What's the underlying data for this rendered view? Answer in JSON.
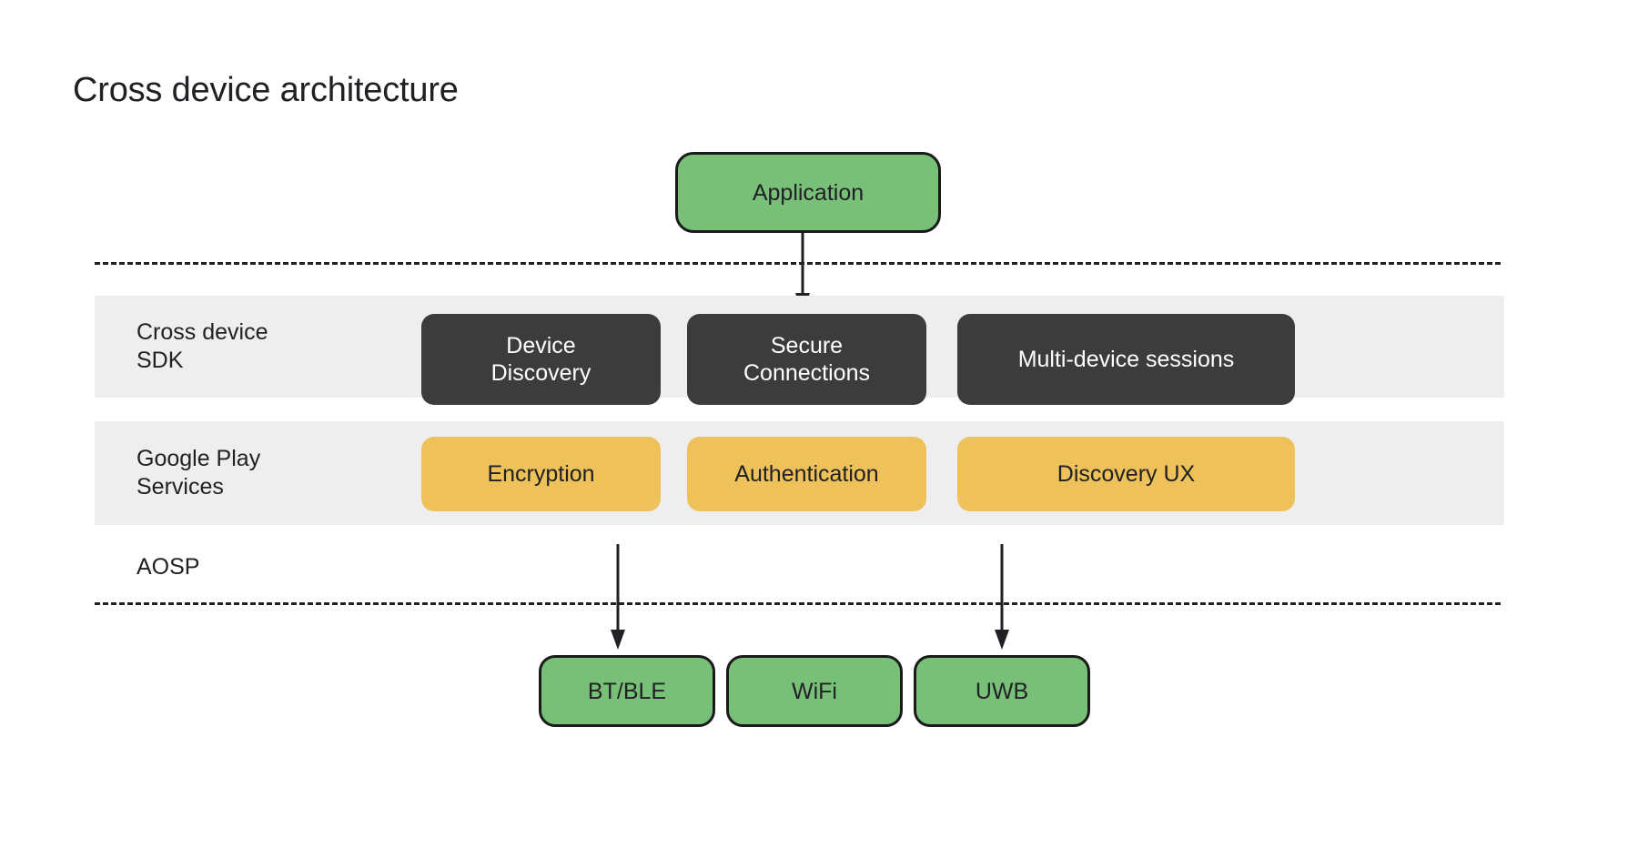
{
  "page": {
    "title": "Cross device architecture"
  },
  "colors": {
    "background": "#ffffff",
    "band": "#eeeeee",
    "chip_dark": "#3c3c3c",
    "chip_amber": "#eec15a",
    "chip_green": "#78bf78",
    "stroke": "#202124",
    "text_dark": "#202124",
    "text_light": "#ffffff"
  },
  "diagram": {
    "top_node": {
      "label": "Application",
      "style": "green"
    },
    "layers": [
      {
        "id": "cross-device-sdk",
        "label": "Cross device\nSDK",
        "banded": true,
        "chip_style": "dark",
        "chips": [
          {
            "id": "device-discovery",
            "label": "Device\nDiscovery"
          },
          {
            "id": "secure-connections",
            "label": "Secure\nConnections"
          },
          {
            "id": "multi-device",
            "label": "Multi-device sessions"
          }
        ]
      },
      {
        "id": "google-play-services",
        "label": "Google Play\nServices",
        "banded": true,
        "chip_style": "amber",
        "chips": [
          {
            "id": "encryption",
            "label": "Encryption"
          },
          {
            "id": "authentication",
            "label": "Authentication"
          },
          {
            "id": "discovery-ux",
            "label": "Discovery UX"
          }
        ]
      },
      {
        "id": "aosp",
        "label": "AOSP",
        "banded": false,
        "chip_style": "none",
        "chips": []
      }
    ],
    "transports": [
      {
        "id": "btble",
        "label": "BT/BLE"
      },
      {
        "id": "wifi",
        "label": "WiFi"
      },
      {
        "id": "uwb",
        "label": "UWB"
      }
    ],
    "connections": [
      {
        "id": "app-to-sdk",
        "from": "Application",
        "to": "Secure Connections"
      },
      {
        "id": "gps-to-btble",
        "from": "Encryption",
        "to": "BT/BLE"
      },
      {
        "id": "gps-to-uwb",
        "from": "Discovery UX",
        "to": "UWB"
      }
    ],
    "separators": [
      {
        "id": "dashed-top",
        "style": "dashed"
      },
      {
        "id": "dashed-bottom",
        "style": "dashed"
      }
    ]
  }
}
